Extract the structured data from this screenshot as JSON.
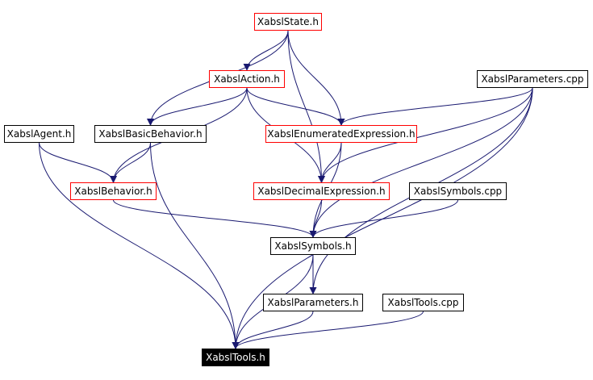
{
  "colors": {
    "edge": "#191970",
    "highlight_border": "#ff0000",
    "normal_border": "#000000",
    "focus_fill": "#000000",
    "focus_text": "#ffffff"
  },
  "nodes": {
    "xabsl_state_h": {
      "label": "XabslState.h",
      "style": "red"
    },
    "xabsl_action_h": {
      "label": "XabslAction.h",
      "style": "red"
    },
    "xabsl_parameters_cpp": {
      "label": "XabslParameters.cpp",
      "style": "normal"
    },
    "xabsl_agent_h": {
      "label": "XabslAgent.h",
      "style": "normal"
    },
    "xabsl_basic_behavior_h": {
      "label": "XabslBasicBehavior.h",
      "style": "normal"
    },
    "xabsl_enumerated_expression_h": {
      "label": "XabslEnumeratedExpression.h",
      "style": "red"
    },
    "xabsl_behavior_h": {
      "label": "XabslBehavior.h",
      "style": "red"
    },
    "xabsl_decimal_expression_h": {
      "label": "XabslDecimalExpression.h",
      "style": "red"
    },
    "xabsl_symbols_cpp": {
      "label": "XabslSymbols.cpp",
      "style": "normal"
    },
    "xabsl_symbols_h": {
      "label": "XabslSymbols.h",
      "style": "normal"
    },
    "xabsl_parameters_h": {
      "label": "XabslParameters.h",
      "style": "normal"
    },
    "xabsl_tools_cpp": {
      "label": "XabslTools.cpp",
      "style": "normal"
    },
    "xabsl_tools_h": {
      "label": "XabslTools.h",
      "style": "focus"
    }
  },
  "edges": [
    {
      "from": "xabsl_state_h",
      "to": "xabsl_action_h"
    },
    {
      "from": "xabsl_state_h",
      "to": "xabsl_basic_behavior_h"
    },
    {
      "from": "xabsl_state_h",
      "to": "xabsl_enumerated_expression_h"
    },
    {
      "from": "xabsl_state_h",
      "to": "xabsl_decimal_expression_h"
    },
    {
      "from": "xabsl_action_h",
      "to": "xabsl_basic_behavior_h"
    },
    {
      "from": "xabsl_action_h",
      "to": "xabsl_behavior_h"
    },
    {
      "from": "xabsl_action_h",
      "to": "xabsl_enumerated_expression_h"
    },
    {
      "from": "xabsl_action_h",
      "to": "xabsl_decimal_expression_h"
    },
    {
      "from": "xabsl_parameters_cpp",
      "to": "xabsl_enumerated_expression_h"
    },
    {
      "from": "xabsl_parameters_cpp",
      "to": "xabsl_decimal_expression_h"
    },
    {
      "from": "xabsl_parameters_cpp",
      "to": "xabsl_symbols_h"
    },
    {
      "from": "xabsl_parameters_cpp",
      "to": "xabsl_parameters_h"
    },
    {
      "from": "xabsl_parameters_cpp",
      "to": "xabsl_tools_h"
    },
    {
      "from": "xabsl_agent_h",
      "to": "xabsl_behavior_h"
    },
    {
      "from": "xabsl_agent_h",
      "to": "xabsl_tools_h"
    },
    {
      "from": "xabsl_basic_behavior_h",
      "to": "xabsl_behavior_h"
    },
    {
      "from": "xabsl_basic_behavior_h",
      "to": "xabsl_tools_h"
    },
    {
      "from": "xabsl_enumerated_expression_h",
      "to": "xabsl_decimal_expression_h"
    },
    {
      "from": "xabsl_enumerated_expression_h",
      "to": "xabsl_symbols_h"
    },
    {
      "from": "xabsl_behavior_h",
      "to": "xabsl_symbols_h"
    },
    {
      "from": "xabsl_decimal_expression_h",
      "to": "xabsl_symbols_h"
    },
    {
      "from": "xabsl_symbols_cpp",
      "to": "xabsl_symbols_h"
    },
    {
      "from": "xabsl_symbols_h",
      "to": "xabsl_parameters_h"
    },
    {
      "from": "xabsl_symbols_h",
      "to": "xabsl_tools_h"
    },
    {
      "from": "xabsl_parameters_h",
      "to": "xabsl_tools_h"
    },
    {
      "from": "xabsl_tools_cpp",
      "to": "xabsl_tools_h"
    }
  ]
}
